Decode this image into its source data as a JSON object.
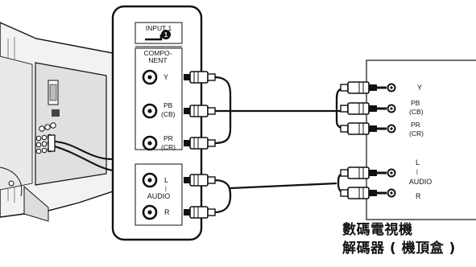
{
  "tv_panel": {
    "input_label": "INPUT 1",
    "input_number": "1",
    "component_line1": "COMPO-",
    "component_line2": "NENT",
    "y": "Y",
    "pb": "PB",
    "cb": "(CB)",
    "pr": "PR",
    "cr": "(CR)",
    "audio_l": "L",
    "audio_dash": "|",
    "audio_label": "AUDIO",
    "audio_r": "R"
  },
  "device_panel": {
    "y": "Y",
    "pb": "PB",
    "cb": "(CB)",
    "pr": "PR",
    "cr": "(CR)",
    "audio_l": "L",
    "audio_dash": "|",
    "audio_label": "AUDIO",
    "audio_r": "R"
  },
  "caption": {
    "line1": "數碼電視機",
    "line2": "解碼器 ( 機頂盒 )"
  },
  "colors": {
    "line": "#111111",
    "panel_bg": "#ffffff",
    "tv_body": "#e6e6e6"
  }
}
